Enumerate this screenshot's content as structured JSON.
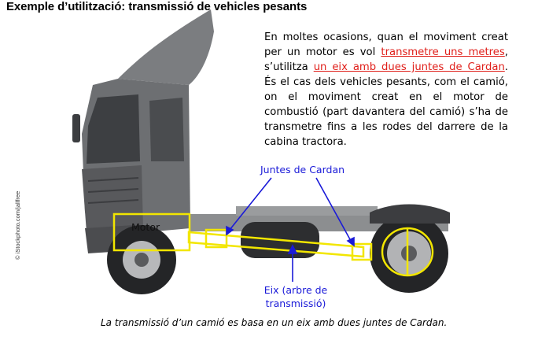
{
  "title": "Exemple d’utilització: transmissió de vehicles pesants",
  "paragraph": {
    "part1": "En moltes ocasions, quan el moviment creat per un motor es vol ",
    "highlight1": "transmetre uns metres",
    "part2": ", s’utilitza ",
    "highlight2": "un eix amb dues juntes de Cardan",
    "part3": ". És el cas dels vehicles pesants, com el camió, on el moviment creat en el motor de combustió (part davantera del camió) s’ha de transmetre fins a les rodes del darrere de la cabina tractora."
  },
  "labels": {
    "cardan": "Juntes de Cardan",
    "motor": "Motor",
    "eix_line1": "Eix (arbre de",
    "eix_line2": "transmissió)"
  },
  "caption": "La transmissió d’un camió es basa en un eix amb dues juntes de Cardan.",
  "credit": "© iStockphoto.com/jallfree",
  "colors": {
    "highlight": "#e0201b",
    "annotation": "#1a1ad8",
    "outline": "#f2e600"
  }
}
